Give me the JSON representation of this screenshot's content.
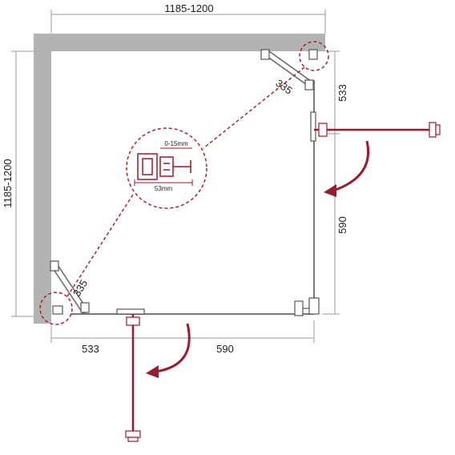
{
  "dimensions": {
    "top_width": "1185-1200",
    "left_height": "1185-1200",
    "right_upper": "533",
    "right_lower": "590",
    "bottom_left": "533",
    "bottom_right": "590",
    "bracket_top": "335",
    "bracket_bottom": "335"
  },
  "detail": {
    "adjust_range": "0-15mm",
    "profile_width": "53mm"
  },
  "colors": {
    "wall": "#b3b3b3",
    "door": "#9b1b2e",
    "dashed": "#a3242f",
    "frame": "#7a7a7a",
    "dim_line": "#9a9a9a"
  }
}
